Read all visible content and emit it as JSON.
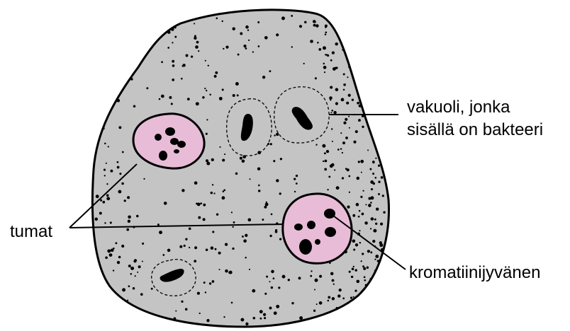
{
  "labels": {
    "vacuole_line1": "vakuoli, jonka",
    "vacuole_line2": "sisällä on bakteeri",
    "nuclei": "tumat",
    "chromatin": "kromatiinijyvänen"
  },
  "colors": {
    "cytoplasm": "#c4c4c4",
    "nucleus": "#e8bcd7",
    "outline": "#000000"
  }
}
